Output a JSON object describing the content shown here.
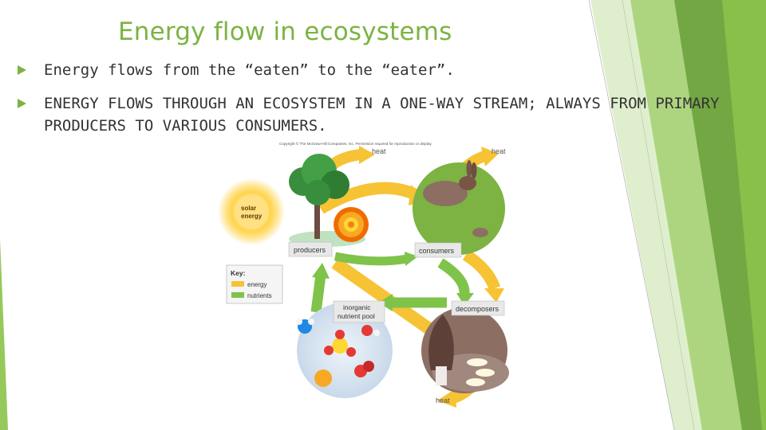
{
  "slide": {
    "title": "Energy flow in ecosystems",
    "bullets": [
      "Energy flows from the “eaten” to the “eater”.",
      "ENERGY FLOWS THROUGH AN ECOSYSTEM IN A ONE-WAY STREAM; ALWAYS FROM PRIMARY PRODUCERS TO VARIOUS CONSUMERS."
    ]
  },
  "diagram": {
    "copyright": "Copyright © The McGraw-Hill Companies, Inc. Permission required for reproduction or display.",
    "heat_top_left": "heat",
    "heat_top_right": "heat",
    "heat_bottom": "heat",
    "solar_line1": "solar",
    "solar_line2": "energy",
    "producers": "producers",
    "consumers": "consumers",
    "decomposers": "decomposers",
    "nutrient_pool_line1": "inorganic",
    "nutrient_pool_line2": "nutrient pool",
    "key_title": "Key:",
    "key_energy": "energy",
    "key_nutrients": "nutrients"
  },
  "colors": {
    "accent_green": "#7cb342",
    "energy_arrow": "#f6c335",
    "nutrient_arrow": "#7fc34a",
    "text": "#333333"
  }
}
